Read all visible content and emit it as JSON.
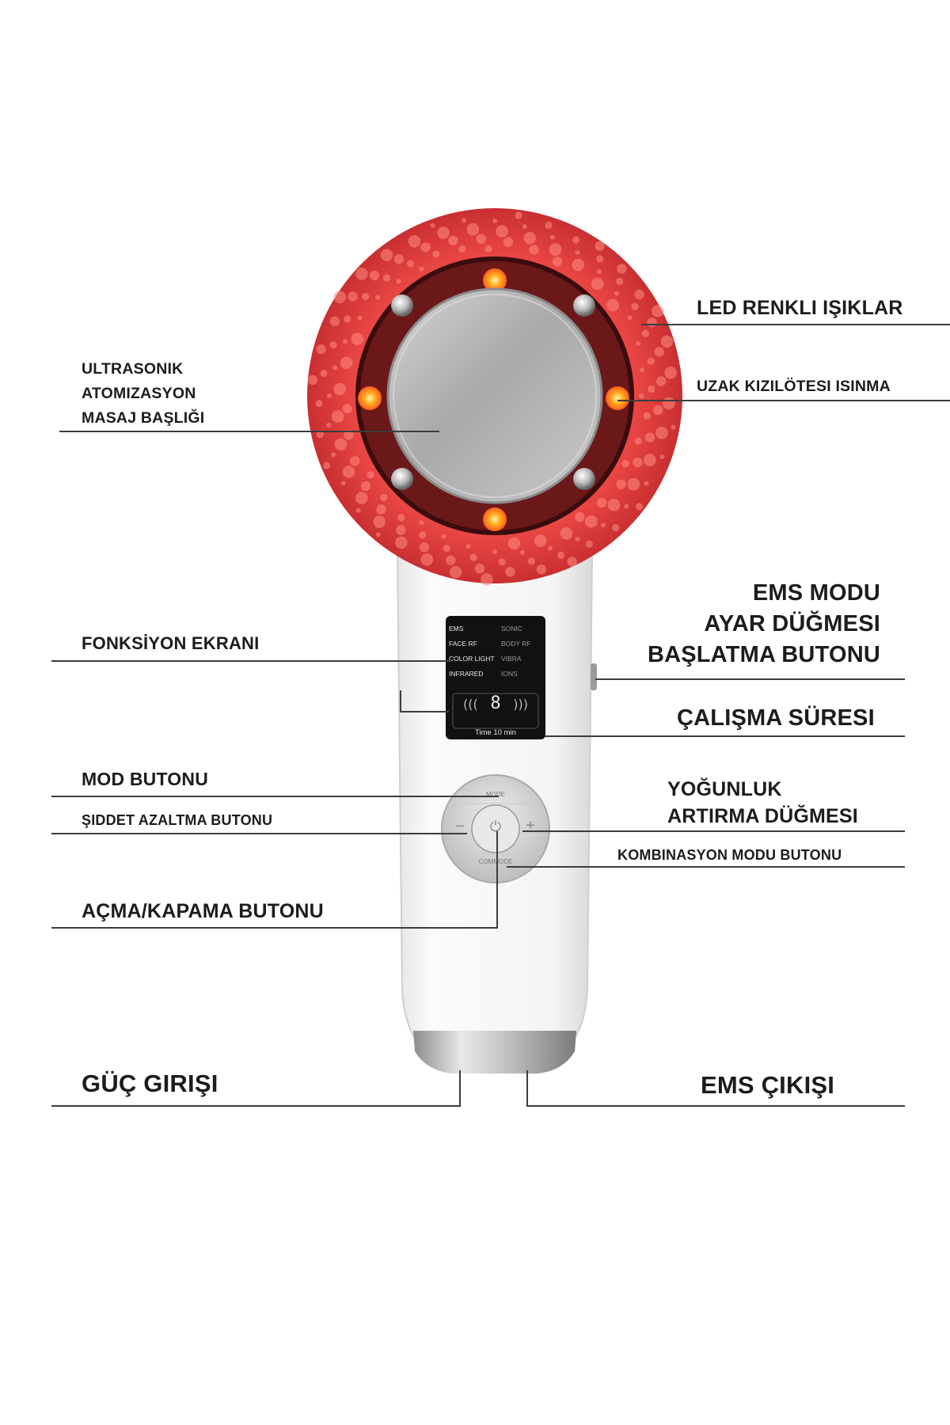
{
  "callouts": {
    "led_lights": "LED RENKLI IŞIKLAR",
    "far_infrared": "UZAK KIZILÖTESI ISINMA",
    "ultrasonic_head": [
      "ULTRASONIK",
      "ATOMIZASYON",
      "MASAJ BAŞLIĞI"
    ],
    "function_screen": "FONKSİYON EKRANI",
    "ems_mode_button": [
      "EMS MODU",
      "AYAR DÜĞMESI",
      "BAŞLATMA BUTONU"
    ],
    "working_time": "ÇALIŞMA SÜRESI",
    "mode_button": "MOD BUTONU",
    "intensity_down": "ŞIDDET AZALTMA BUTONU",
    "intensity_up": [
      "YOĞUNLUK",
      "ARTIRMA DÜĞMESI"
    ],
    "combination_mode": "KOMBINASYON MODU BUTONU",
    "power_button": "AÇMA/KAPAMA BUTONU",
    "power_input": "GÜÇ GIRIŞI",
    "ems_output": "EMS ÇIKIŞI"
  },
  "screen": {
    "modes_left": [
      "EMS",
      "FACE RF",
      "COLOR LIGHT",
      "INFRARED"
    ],
    "modes_right": [
      "SONIC",
      "BODY RF",
      "VIBRA",
      "IONS"
    ],
    "digit": "8",
    "time_text": "Time 10 min"
  },
  "control_pad": {
    "top": "MODE",
    "bottom": "COMMODE",
    "left": "−",
    "right": "+",
    "center": "⏻"
  },
  "colors": {
    "red_ring": "#e8403f",
    "led_yellow": "#ffb020",
    "body_white": "#f5f5f5",
    "screen_black": "#111111"
  }
}
